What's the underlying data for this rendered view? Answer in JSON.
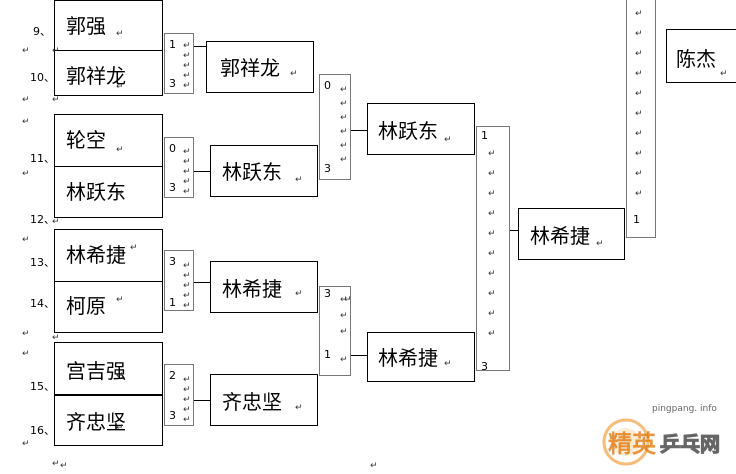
{
  "seeds": {
    "s9": "9、",
    "s10": "10、",
    "s11": "11、",
    "s12": "12、",
    "s13": "13、",
    "s14": "14、",
    "s15": "15、",
    "s16": "16、"
  },
  "round1": {
    "m1": {
      "p1": "郭强",
      "p2": "郭祥龙",
      "score1": "1",
      "score2": "3"
    },
    "m2": {
      "p1": "轮空",
      "p2": "林跃东",
      "score1": "0",
      "score2": "3"
    },
    "m3": {
      "p1": "林希捷",
      "p2": "柯原",
      "score1": "3",
      "score2": "1"
    },
    "m4": {
      "p1": "宫吉强",
      "p2": "齐忠坚",
      "score1": "2",
      "score2": "3"
    }
  },
  "round2": {
    "m1": {
      "p1": "郭祥龙",
      "p2": "林跃东",
      "score1": "0",
      "score2": "3"
    },
    "m2": {
      "p1": "林希捷",
      "p2": "齐忠坚",
      "score1": "3",
      "score2": "1"
    }
  },
  "round3": {
    "m1": {
      "p1": "林跃东",
      "p2": "林希捷",
      "score1": "1",
      "score2": "3"
    }
  },
  "round4": {
    "m1": {
      "p1": "林希捷",
      "score": "1"
    }
  },
  "champion": "陈杰",
  "mark": "↵",
  "watermark": {
    "url": "pingpang. info",
    "logo1": "精英",
    "logo2": "乒乓网"
  }
}
